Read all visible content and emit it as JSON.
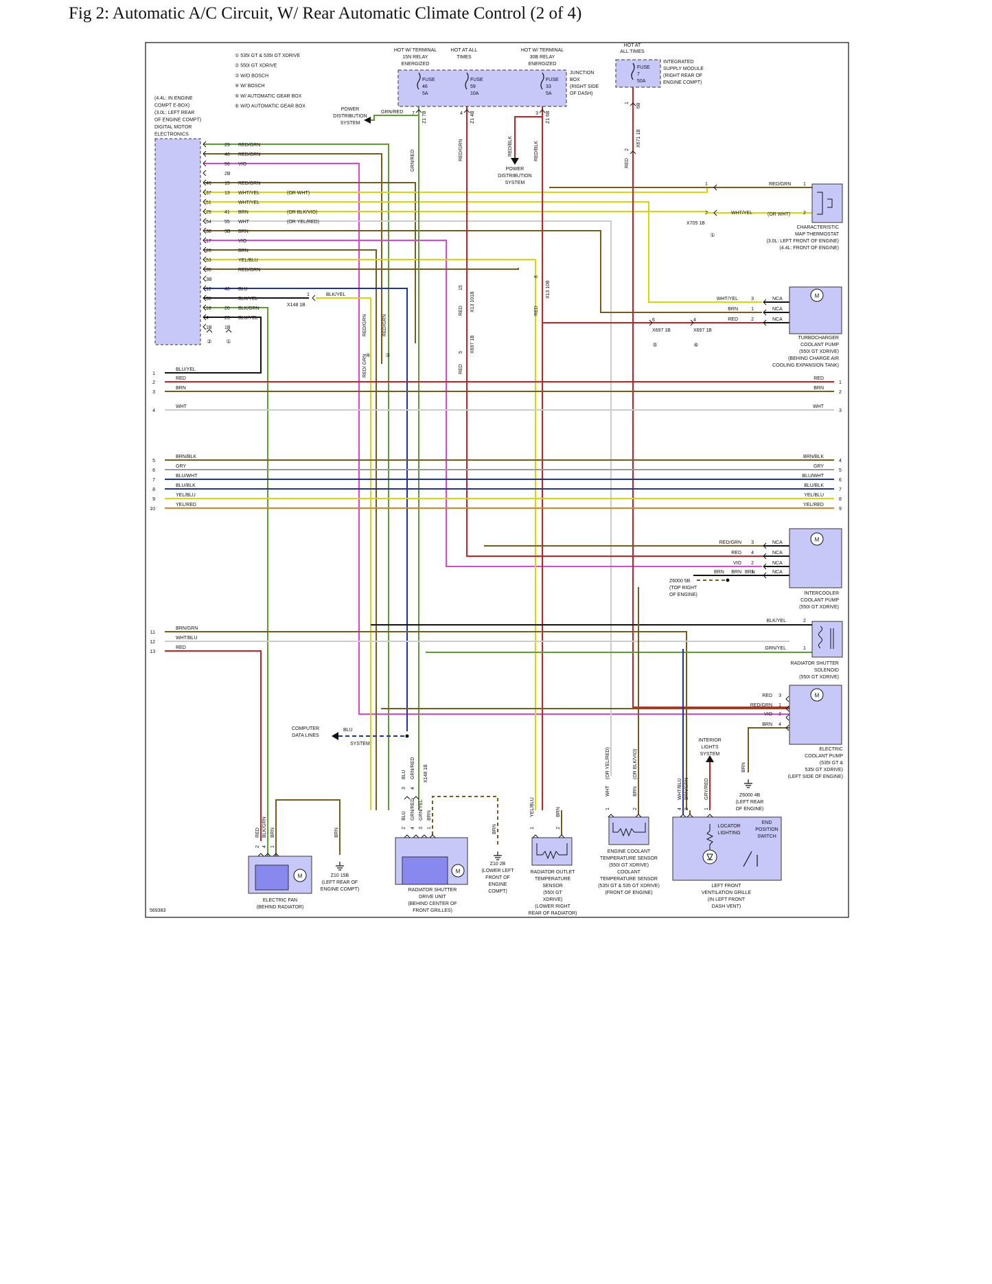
{
  "title": "Fig 2: Automatic A/C Circuit, W/ Rear Automatic Climate Control (2 of 4)",
  "figure_id": "569383",
  "colors": {
    "RED": "#d71920",
    "GRN": "#5aa02c",
    "BRN": "#7a5a18",
    "VIO": "#e040e0",
    "YEL": "#d8d800",
    "BLU": "#1b2fb0",
    "WHT": "#cccccc",
    "BLK": "#111111",
    "GRY": "#999999",
    "ORN": "#e08020",
    "component_fill": "#c8c8f8"
  },
  "variants": [
    "① 535I GT & 535I GT XDRIVE",
    "② 550I GT XDRIVE",
    "③ W/O BOSCH",
    "④ W/ BOSCH",
    "⑤ W/ AUTOMATIC GEAR BOX",
    "⑥ W/O AUTOMATIC GEAR BOX"
  ],
  "dme": {
    "lines": [
      "(4.4L: IN ENGINE",
      "COMPT E-BOX)",
      "(3.0L: LEFT REAR",
      "OF ENGINE COMPT)",
      "DIGITAL MOTOR",
      "ELECTRONICS"
    ],
    "pins": [
      {
        "a": "",
        "b": "29",
        "color": "RED/GRN",
        "note": ""
      },
      {
        "a": "",
        "b": "46",
        "color": "RED/GRN",
        "note": ""
      },
      {
        "a": "",
        "b": "56",
        "color": "VIO",
        "note": ""
      },
      {
        "a": "",
        "b": "2B",
        "color": "",
        "note": ""
      },
      {
        "a": "46",
        "b": "15",
        "color": "RED/GRN",
        "note": ""
      },
      {
        "a": "37",
        "b": "13",
        "color": "WHT/YEL",
        "note": "(OR WHT)"
      },
      {
        "a": "51",
        "b": "",
        "color": "WHT/YEL",
        "note": ""
      },
      {
        "a": "25",
        "b": "41",
        "color": "BRN",
        "note": "(OR BLK/VIO)"
      },
      {
        "a": "54",
        "b": "55",
        "color": "WHT",
        "note": "(OR YEL/RED)"
      },
      {
        "a": "38",
        "b": "3B",
        "color": "BRN",
        "note": ""
      },
      {
        "a": "17",
        "b": "",
        "color": "VIO",
        "note": ""
      },
      {
        "a": "26",
        "b": "",
        "color": "BRN",
        "note": ""
      },
      {
        "a": "53",
        "b": "",
        "color": "YEL/BLU",
        "note": ""
      },
      {
        "a": "35",
        "b": "",
        "color": "RED/GRN",
        "note": ""
      },
      {
        "a": "3B",
        "b": "",
        "color": "",
        "note": ""
      },
      {
        "a": "12",
        "b": "40",
        "color": "BLU",
        "note": ""
      },
      {
        "a": "35",
        "b": "",
        "color": "BLK/YEL",
        "note": ""
      },
      {
        "a": "18",
        "b": "20",
        "color": "BLK/GRN",
        "note": ""
      },
      {
        "a": "4",
        "b": "23",
        "color": "BLU/YEL",
        "note": ""
      },
      {
        "a": "1B",
        "b": "1B",
        "color": "",
        "note": ""
      }
    ],
    "bottom_marks": [
      "②",
      "①"
    ]
  },
  "fuse_block": {
    "headers": [
      "HOT W/ TERMINAL 15N RELAY ENERGIZED",
      "HOT AT ALL TIMES",
      "HOT W/ TERMINAL 30B RELAY ENERGIZED"
    ],
    "fuses": [
      {
        "label": "FUSE",
        "num": "46",
        "amp": "5A"
      },
      {
        "label": "FUSE",
        "num": "59",
        "amp": "10A"
      },
      {
        "label": "FUSE",
        "num": "33",
        "amp": "5A"
      }
    ],
    "name": [
      "JUNCTION",
      "BOX",
      "(RIGHT SIDE",
      "OF DASH)"
    ],
    "pins": [
      "7",
      "4",
      "3"
    ],
    "connectors": [
      "Z1 7B",
      "Z1 4B",
      "Z1 6B"
    ]
  },
  "isu": {
    "header": [
      "HOT AT",
      "ALL TIMES"
    ],
    "fuse": {
      "label": "FUSE",
      "num": "7",
      "amp": "50A"
    },
    "name": [
      "INTEGRATED",
      "SUPPLY MODULE",
      "(RIGHT REAR OF",
      "ENGINE COMPT)"
    ],
    "pin": "1",
    "connector": "6B",
    "connector2": "X671 1B",
    "pin2": "2"
  },
  "power_dist": {
    "left": [
      "POWER",
      "DISTRIBUTION",
      "SYSTEM"
    ],
    "center": [
      "POWER",
      "DISTRIBUTION",
      "SYSTEM"
    ],
    "wire": "GRN/RED"
  },
  "vertical_labels": {
    "grn_red_1": "GRN/RED",
    "red_grn_1": "RED/GRN",
    "red_blk_1": "RED/BLK",
    "red_blk_2": "RED/BLK",
    "red_1": "RED",
    "red_2": "RED",
    "red_3": "RED",
    "red_4": "RED",
    "red_grn_a": "RED/GRN",
    "red_grn_b": "RED/GRN",
    "red_grn_c": "RED/ GRN",
    "x13_101": "X13 101B",
    "x697_1b": "X697 1B",
    "x13_10b": "X13 10B",
    "pin15": "15",
    "pin5": "5",
    "pin8": "8"
  },
  "thermostat": {
    "pin1_wire": "RED/GRN",
    "pin1": "1",
    "pin2_wire": "WHT/YEL",
    "pin2_note": "(OR WHT)",
    "pin2": "2",
    "left_pin1": "1",
    "left_pin2": "2",
    "connector": "X705 1B",
    "mark": "①",
    "name": [
      "CHARACTERISTIC",
      "MAP THERMOSTAT",
      "(3.0L: LEFT FRONT OF ENGINE)",
      "(4.4L: FRONT OF ENGINE)"
    ]
  },
  "turbo_pump": {
    "pins": [
      {
        "wire": "WHT/YEL",
        "pin": "3",
        "nca": "NCA"
      },
      {
        "wire": "BRN",
        "pin": "1",
        "nca": "NCA"
      },
      {
        "wire": "RED",
        "pin": "2",
        "nca": "NCA"
      }
    ],
    "connectors": [
      {
        "pin": "6",
        "name": "X697 1B",
        "mark": "⑤"
      },
      {
        "pin": "4",
        "name": "X697 1B",
        "mark": "⑥"
      }
    ],
    "name": [
      "TURBOCHARGER",
      "COOLANT PUMP",
      "(550I GT XDRIVE)",
      "(BEHIND CHARGE AIR",
      "COOLING EXPANSION TANK)"
    ]
  },
  "x148": {
    "pin": "1",
    "name": "X148 1B",
    "wire": "BLK/YEL"
  },
  "splice_marks": [
    "④",
    "③"
  ],
  "harness_left": [
    {
      "num": "1",
      "wire": "BLU/YEL"
    },
    {
      "num": "2",
      "wire": "RED"
    },
    {
      "num": "3",
      "wire": "BRN"
    },
    {
      "num": "4",
      "wire": "WHT"
    },
    {
      "num": "5",
      "wire": "BRN/BLK"
    },
    {
      "num": "6",
      "wire": "GRY"
    },
    {
      "num": "7",
      "wire": "BLU/WHT"
    },
    {
      "num": "8",
      "wire": "BLU/BLK"
    },
    {
      "num": "9",
      "wire": "YEL/BLU"
    },
    {
      "num": "10",
      "wire": "YEL/RED"
    },
    {
      "num": "11",
      "wire": "BRN/GRN"
    },
    {
      "num": "12",
      "wire": "WHT/BLU"
    },
    {
      "num": "13",
      "wire": "RED"
    }
  ],
  "harness_right": [
    {
      "num": "1",
      "wire": "RED"
    },
    {
      "num": "2",
      "wire": "BRN"
    },
    {
      "num": "3",
      "wire": "WHT"
    },
    {
      "num": "4",
      "wire": "BRN/BLK"
    },
    {
      "num": "5",
      "wire": "GRY"
    },
    {
      "num": "6",
      "wire": "BLU/WHT"
    },
    {
      "num": "7",
      "wire": "BLU/BLK"
    },
    {
      "num": "8",
      "wire": "YEL/BLU"
    },
    {
      "num": "9",
      "wire": "YEL/RED"
    }
  ],
  "intercooler_pump": {
    "pins": [
      {
        "wire": "RED/GRN",
        "pin": "3",
        "nca": "NCA"
      },
      {
        "wire": "RED",
        "pin": "4",
        "nca": "NCA"
      },
      {
        "wire": "VIO",
        "pin": "2",
        "nca": "NCA"
      },
      {
        "wire": "BRN",
        "pin": "1",
        "nca": "NCA"
      }
    ],
    "ground": [
      "Z6000 5B",
      "(TOP RIGHT",
      "OF ENGINE)"
    ],
    "ground_wire": "BRN",
    "name": [
      "INTERCOOLER",
      "COOLANT PUMP",
      "(550I GT XDRIVE)"
    ]
  },
  "shutter_solenoid": {
    "pins": [
      {
        "wire": "BLK/YEL",
        "pin": "2"
      },
      {
        "wire": "GRN/YEL",
        "pin": "1"
      }
    ],
    "name": [
      "RADIATOR SHUTTER",
      "SOLENOID",
      "(550I GT XDRIVE)"
    ]
  },
  "elec_coolant_pump": {
    "pins": [
      {
        "wire": "RED",
        "pin": "3"
      },
      {
        "wire": "RED/GRN",
        "pin": "1"
      },
      {
        "wire": "VIO",
        "pin": "2"
      },
      {
        "wire": "BRN",
        "pin": "4"
      }
    ],
    "name": [
      "ELECTRIC",
      "COOLANT PUMP",
      "(535I GT &",
      "535I GT XDRIVE)",
      "(LEFT SIDE OF ENGINE)"
    ],
    "ground_wire": "BRN",
    "ground": [
      "Z6000 4B",
      "(LEFT REAR",
      "OF ENGINE)"
    ]
  },
  "computer_data": {
    "name": [
      "COMPUTER",
      "DATA LINES"
    ],
    "wire": "BLU",
    "system": "SYSTEM"
  },
  "interior_lights": [
    "INTERIOR",
    "LIGHTS",
    "SYSTEM"
  ],
  "electric_fan": {
    "wires": [
      "RED",
      "BLK/GRN",
      "BRN"
    ],
    "pins": [
      "2",
      "4",
      "1"
    ],
    "name": [
      "ELECTRIC FAN",
      "(BEHIND RADIATOR)"
    ],
    "ground_wire": "BRN",
    "ground": [
      "Z10 15B",
      "(LEFT REAR OF",
      "ENGINE COMPT)"
    ]
  },
  "shutter_drive": {
    "wires": [
      "BLU",
      "GRN/RED",
      "GRN/YEL",
      "BRN"
    ],
    "pins": [
      "2",
      "4",
      "3",
      "1"
    ],
    "upper_wires": [
      "BLU",
      "GRN/RED"
    ],
    "upper_pins": [
      "3",
      "4"
    ],
    "connector": "X148 1B",
    "name": [
      "RADIATOR SHUTTER",
      "DRIVE UNIT",
      "(BEHIND CENTER OF",
      "FRONT GRILLES)"
    ],
    "ground_wire": "BRN",
    "ground": [
      "Z10 2B",
      "(LOWER LEFT",
      "FRONT OF",
      "ENGINE",
      "COMPT)"
    ]
  },
  "outlet_sensor": {
    "wires": [
      "YEL/BLU",
      "BRN"
    ],
    "pins": [
      "1",
      "2"
    ],
    "name": [
      "RADIATOR OUTLET",
      "TEMPERATURE",
      "SENSOR",
      "(550I GT",
      "XDRIVE)",
      "(LOWER RIGHT",
      "REAR OF RADIATOR)"
    ]
  },
  "ect_sensor": {
    "wires": [
      "WHT",
      "(OR YEL/RED)",
      "BRN",
      "(OR BLK/VIO)"
    ],
    "pins": [
      "1",
      "2"
    ],
    "name": [
      "ENGINE COOLANT",
      "TEMPERATURE SENSOR",
      "(550I GT XDRIVE)",
      "COOLANT",
      "TEMPERATURE SENSOR",
      "(535I GT & 535 GT XDRIVE)",
      "(FRONT OF ENGINE)"
    ]
  },
  "vent_grille": {
    "wires": [
      "WHT/BLU",
      "BRN/GRN",
      "GRY/RED"
    ],
    "pins": [
      "4",
      "2",
      "1"
    ],
    "inner": [
      "LOCATOR",
      "LIGHTING"
    ],
    "switch": [
      "END",
      "POSITION",
      "SWITCH"
    ],
    "name": [
      "LEFT FRONT",
      "VENTILATION GRILLE",
      "(IN LEFT FRONT",
      "DASH VENT)"
    ]
  }
}
